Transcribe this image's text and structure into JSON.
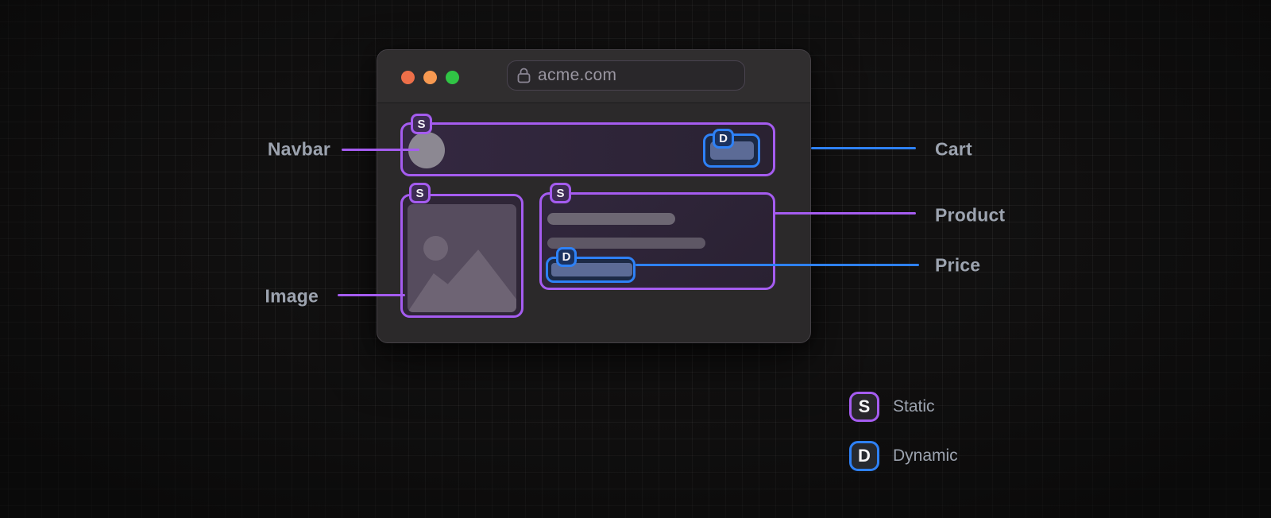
{
  "browser": {
    "url": "acme.com"
  },
  "badges": {
    "static_letter": "S",
    "dynamic_letter": "D"
  },
  "annotations": {
    "navbar": {
      "label": "Navbar",
      "type": "static"
    },
    "cart": {
      "label": "Cart",
      "type": "dynamic"
    },
    "image": {
      "label": "Image",
      "type": "static"
    },
    "product": {
      "label": "Product",
      "type": "static"
    },
    "price": {
      "label": "Price",
      "type": "dynamic"
    }
  },
  "legend": {
    "static": {
      "letter": "S",
      "label": "Static"
    },
    "dynamic": {
      "letter": "D",
      "label": "Dynamic"
    }
  },
  "colors": {
    "static_accent": "#a55cf0",
    "dynamic_accent": "#2e81f6",
    "label_text": "#9ca3af"
  }
}
